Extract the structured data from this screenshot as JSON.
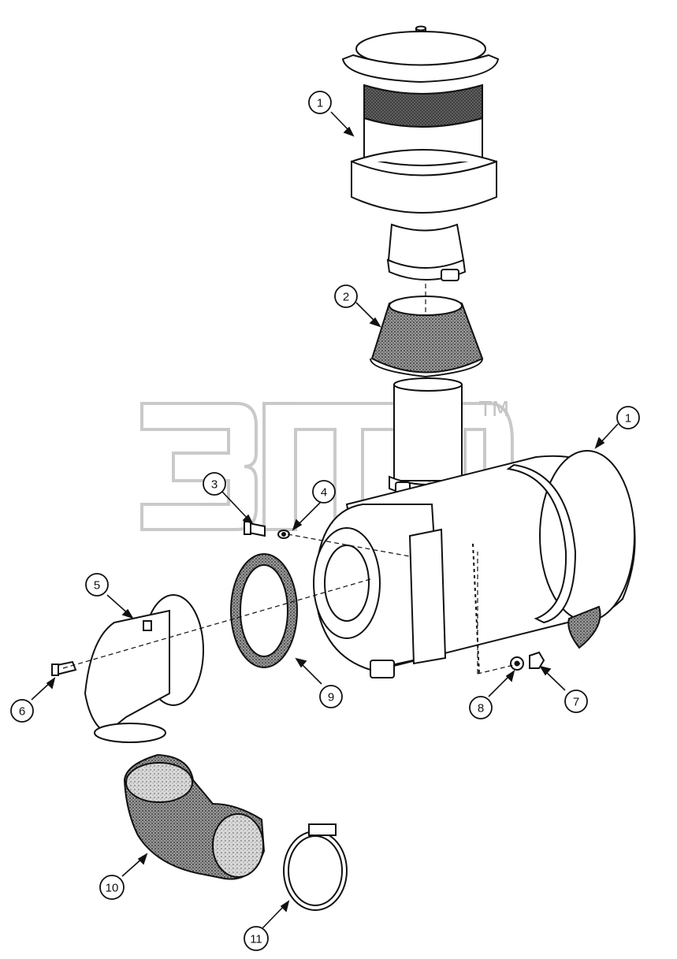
{
  "diagram": {
    "type": "exploded-parts-view",
    "callouts": [
      {
        "id": "c1a",
        "label": "1"
      },
      {
        "id": "c2",
        "label": "2"
      },
      {
        "id": "c1b",
        "label": "1"
      },
      {
        "id": "c3",
        "label": "3"
      },
      {
        "id": "c4",
        "label": "4"
      },
      {
        "id": "c5",
        "label": "5"
      },
      {
        "id": "c9",
        "label": "9"
      },
      {
        "id": "c6",
        "label": "6"
      },
      {
        "id": "c8",
        "label": "8"
      },
      {
        "id": "c7",
        "label": "7"
      },
      {
        "id": "c10",
        "label": "10"
      },
      {
        "id": "c11",
        "label": "11"
      }
    ]
  },
  "watermark": {
    "text": "3D",
    "trademark": "TM"
  },
  "colors": {
    "line": "#111111",
    "stipple": "#555555",
    "watermark": "#bdbdbd",
    "paper": "#ffffff"
  }
}
